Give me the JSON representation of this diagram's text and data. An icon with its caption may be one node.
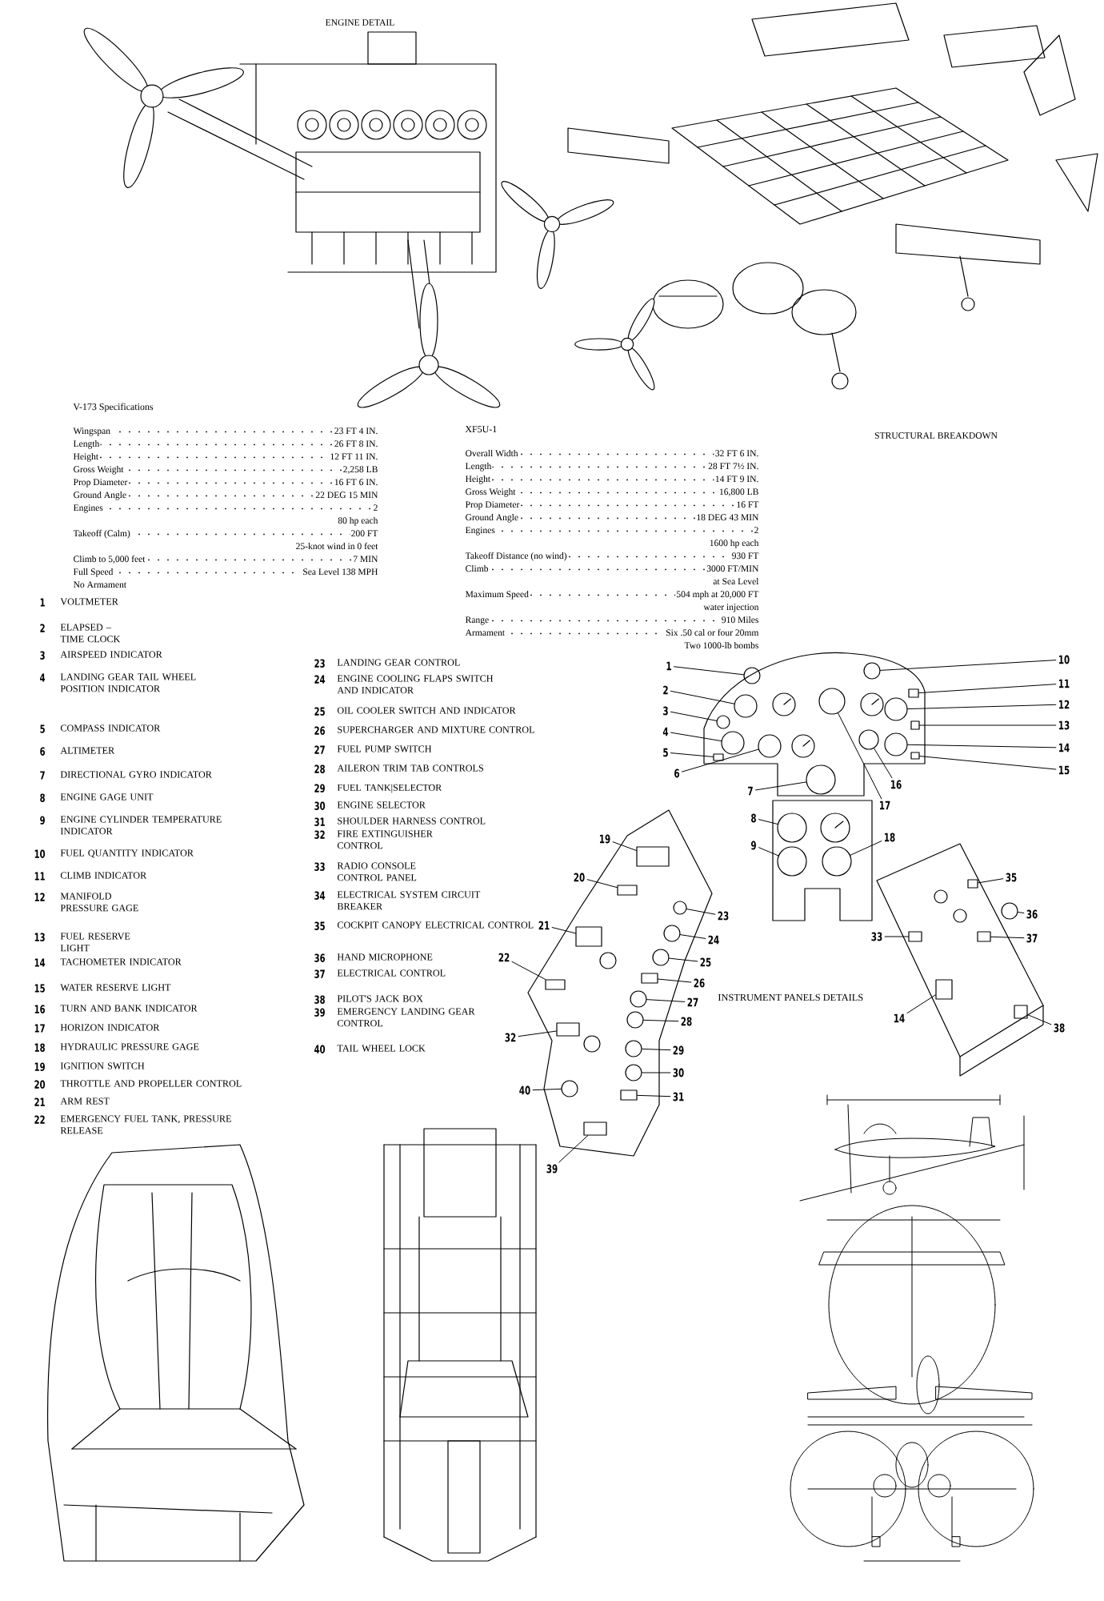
{
  "diagram": {
    "nodes": [
      {
        "text": [
          "1"
        ]
      },
      {
        "text": [
          "2"
        ]
      },
      {
        "text": [
          "3"
        ]
      },
      {
        "text": [
          "4"
        ]
      },
      {
        "text": [
          "5"
        ]
      },
      {
        "text": [
          "6"
        ]
      },
      {
        "text": [
          "7"
        ]
      },
      {
        "text": [
          "8"
        ]
      },
      {
        "text": [
          "9"
        ]
      },
      {
        "text": [
          "10"
        ]
      },
      {
        "text": [
          "11"
        ]
      },
      {
        "text": [
          "12"
        ]
      },
      {
        "text": [
          "13"
        ]
      },
      {
        "text": [
          "14"
        ]
      },
      {
        "text": [
          "15"
        ]
      },
      {
        "text": [
          "16"
        ]
      },
      {
        "text": [
          "17"
        ]
      },
      {
        "text": [
          "18"
        ]
      },
      {
        "text": [
          "19"
        ]
      },
      {
        "text": [
          "20"
        ]
      },
      {
        "text": [
          "21"
        ]
      },
      {
        "text": [
          "22"
        ]
      },
      {
        "text": [
          "23"
        ]
      },
      {
        "text": [
          "24"
        ]
      },
      {
        "text": [
          "25"
        ]
      },
      {
        "text": [
          "26"
        ]
      },
      {
        "text": [
          "27"
        ]
      },
      {
        "text": [
          "28"
        ]
      },
      {
        "text": [
          "29"
        ]
      },
      {
        "text": [
          "30"
        ]
      },
      {
        "text": [
          "31"
        ]
      },
      {
        "text": [
          "32"
        ]
      },
      {
        "text": [
          "39"
        ]
      },
      {
        "text": [
          "40"
        ]
      },
      {
        "text": [
          "33"
        ]
      },
      {
        "text": [
          "14"
        ]
      },
      {
        "text": [
          "35"
        ]
      },
      {
        "text": [
          "36"
        ]
      },
      {
        "text": [
          "37"
        ]
      },
      {
        "text": [
          "38"
        ]
      },
      {
        "text": [],
        "shape": "circle"
      },
      {
        "text": [],
        "shape": "circle"
      },
      {
        "text": [],
        "shape": "circle"
      },
      {
        "text": [],
        "shape": "circle"
      },
      {
        "text": [],
        "shape": "box"
      },
      {
        "text": [],
        "shape": "circle"
      },
      {
        "text": [],
        "shape": "circle"
      },
      {
        "text": [],
        "shape": "circle"
      },
      {
        "text": [],
        "shape": "circle"
      },
      {
        "text": [],
        "shape": "circle"
      },
      {
        "text": [],
        "shape": "box"
      },
      {
        "text": [],
        "shape": "circle"
      },
      {
        "text": [],
        "shape": "box"
      },
      {
        "text": [],
        "shape": "circle"
      },
      {
        "text": [],
        "shape": "box"
      },
      {
        "text": [],
        "shape": "circle"
      },
      {
        "text": [],
        "shape": "circle"
      },
      {
        "text": [],
        "shape": "circle"
      },
      {
        "text": [],
        "shape": "box"
      },
      {
        "text": [],
        "shape": "box"
      },
      {
        "text": [],
        "shape": "box"
      },
      {
        "text": [],
        "shape": "box"
      },
      {
        "text": [],
        "shape": "circle"
      },
      {
        "text": [],
        "shape": "circle"
      },
      {
        "text": [],
        "shape": "circle"
      },
      {
        "text": [],
        "shape": "box"
      },
      {
        "text": [],
        "shape": "circle"
      },
      {
        "text": [],
        "shape": "circle"
      },
      {
        "text": [],
        "shape": "circle"
      },
      {
        "text": [],
        "shape": "circle"
      },
      {
        "text": [],
        "shape": "box"
      },
      {
        "text": [],
        "shape": "box"
      },
      {
        "text": [],
        "shape": "box"
      },
      {
        "text": [],
        "shape": "circle"
      },
      {
        "text": [],
        "shape": "box"
      },
      {
        "text": [],
        "shape": "box"
      },
      {
        "text": [],
        "shape": "box"
      },
      {
        "text": [],
        "shape": "circle"
      },
      {
        "text": [],
        "shape": "box"
      },
      {
        "text": [],
        "shape": "box"
      }
    ],
    "edges": [
      {
        "from": 0,
        "to": 40,
        "arrow": "none"
      },
      {
        "from": 1,
        "to": 41,
        "arrow": "none"
      },
      {
        "from": 2,
        "to": 42,
        "arrow": "none"
      },
      {
        "from": 3,
        "to": 43,
        "arrow": "none"
      },
      {
        "from": 4,
        "to": 44,
        "arrow": "none"
      },
      {
        "from": 5,
        "to": 45,
        "arrow": "none"
      },
      {
        "from": 6,
        "to": 46,
        "arrow": "none"
      },
      {
        "from": 7,
        "to": 47,
        "arrow": "none"
      },
      {
        "from": 8,
        "to": 48,
        "arrow": "none"
      },
      {
        "from": 9,
        "to": 49,
        "arrow": "none"
      },
      {
        "from": 10,
        "to": 50,
        "arrow": "none"
      },
      {
        "from": 11,
        "to": 51,
        "arrow": "none"
      },
      {
        "from": 12,
        "to": 52,
        "arrow": "none"
      },
      {
        "from": 13,
        "to": 53,
        "arrow": "none"
      },
      {
        "from": 14,
        "to": 54,
        "arrow": "none"
      },
      {
        "from": 15,
        "to": 55,
        "arrow": "none"
      },
      {
        "from": 16,
        "to": 56,
        "arrow": "none"
      },
      {
        "from": 17,
        "to": 57,
        "arrow": "none"
      },
      {
        "from": 18,
        "to": 58,
        "arrow": "none"
      },
      {
        "from": 19,
        "to": 59,
        "arrow": "none"
      },
      {
        "from": 20,
        "to": 60,
        "arrow": "none"
      },
      {
        "from": 21,
        "to": 61,
        "arrow": "none"
      },
      {
        "from": 22,
        "to": 62,
        "arrow": "none"
      },
      {
        "from": 23,
        "to": 63,
        "arrow": "none"
      },
      {
        "from": 24,
        "to": 64,
        "arrow": "none"
      },
      {
        "from": 25,
        "to": 65,
        "arrow": "none"
      },
      {
        "from": 26,
        "to": 66,
        "arrow": "none"
      },
      {
        "from": 27,
        "to": 67,
        "arrow": "none"
      },
      {
        "from": 28,
        "to": 68,
        "arrow": "none"
      },
      {
        "from": 29,
        "to": 69,
        "arrow": "none"
      },
      {
        "from": 30,
        "to": 70,
        "arrow": "none"
      },
      {
        "from": 31,
        "to": 71,
        "arrow": "none"
      },
      {
        "from": 32,
        "to": 72,
        "arrow": "none"
      },
      {
        "from": 33,
        "to": 73,
        "arrow": "none"
      },
      {
        "from": 34,
        "to": 74,
        "arrow": "none"
      },
      {
        "from": 35,
        "to": 75,
        "arrow": "none"
      },
      {
        "from": 36,
        "to": 76,
        "arrow": "none"
      },
      {
        "from": 37,
        "to": 77,
        "arrow": "none"
      },
      {
        "from": 38,
        "to": 78,
        "arrow": "none"
      },
      {
        "from": 39,
        "to": 79,
        "arrow": "none"
      }
    ],
    "labels": [
      "ENGINE DETAIL",
      "V-173 Specifications",
      "Wingspan",
      "23 FT 4 IN.",
      "Length",
      "26 FT 8 IN.",
      "Height",
      "12 FT 11 IN.",
      "Gross Weight",
      "2,258 LB",
      "Prop Diameter",
      "16 FT 6 IN.",
      "Ground Angle",
      "22 DEG 15 MIN",
      "Engines",
      "2",
      "80 hp each",
      "Takeoff (Calm)",
      "200 FT",
      "25-knot wind in 0 feet",
      "Climb to 5,000 feet",
      "7 MIN",
      "Full Speed",
      "Sea Level 138 MPH",
      "No Armament",
      "XF5U-1",
      "Overall Width",
      "32 FT 6 IN.",
      "Length",
      "28 FT 7½ IN.",
      "Height",
      "14 FT 9 IN.",
      "Gross Weight",
      "16,800 LB",
      "Prop Diameter",
      "16 FT",
      "Ground Angle",
      "18 DEG 43 MIN",
      "Engines",
      "2",
      "1600 hp each",
      "Takeoff Distance (no wind)",
      "930 FT",
      "Climb",
      "3000 FT/MIN",
      "at Sea Level",
      "Maximum Speed",
      "504 mph at 20,000 FT",
      "water injection",
      "Range",
      "910 Miles",
      "Armament",
      "Six .50 cal or four 20mm",
      "Two 1000-lb bombs",
      "STRUCTURAL BREAKDOWN",
      "1",
      "VOLTMETER",
      "2",
      "ELAPSED – TIME CLOCK",
      "3",
      "AIRSPEED INDICATOR",
      "4",
      "LANDING GEAR TAIL WHEEL POSITION INDICATOR",
      "5",
      "COMPASS INDICATOR",
      "6",
      "ALTIMETER",
      "7",
      "DIRECTIONAL GYRO INDICATOR",
      "8",
      "ENGINE GAGE UNIT",
      "9",
      "ENGINE CYLINDER TEMPERATURE INDICATOR",
      "10",
      "FUEL QUANTITY INDICATOR",
      "11",
      "CLIMB INDICATOR",
      "12",
      "MANIFOLD PRESSURE GAGE",
      "13",
      "FUEL RESERVE LIGHT",
      "14",
      "TACHOMETER INDICATOR",
      "15",
      "WATER RESERVE LIGHT",
      "16",
      "TURN AND BANK INDICATOR",
      "17",
      "HORIZON INDICATOR",
      "18",
      "HYDRAULIC PRESSURE GAGE",
      "19",
      "IGNITION SWITCH",
      "20",
      "THROTTLE AND PROPELLER CONTROL",
      "21",
      "ARM REST",
      "22",
      "EMERGENCY FUEL TANK, PRESSURE RELEASE",
      "23",
      "LANDING GEAR CONTROL",
      "24",
      "ENGINE COOLING FLAPS SWITCH AND INDICATOR",
      "25",
      "OIL COOLER SWITCH AND INDICATOR",
      "26",
      "SUPERCHARGER AND MIXTURE CONTROL",
      "27",
      "FUEL PUMP SWITCH",
      "28",
      "AILERON TRIM TAB CONTROLS",
      "29",
      "FUEL TANK|SELECTOR",
      "30",
      "ENGINE SELECTOR",
      "31",
      "SHOULDER HARNESS CONTROL",
      "32",
      "FIRE EXTINGUISHER CONTROL",
      "33",
      "RADIO CONSOLE CONTROL PANEL",
      "34",
      "ELECTRICAL SYSTEM CIRCUIT BREAKER",
      "35",
      "COCKPIT CANOPY ELECTRICAL CONTROL",
      "36",
      "HAND MICROPHONE",
      "37",
      "ELECTRICAL CONTROL",
      "38",
      "PILOT'S JACK BOX",
      "39",
      "EMERGENCY LANDING GEAR CONTROL",
      "40",
      "TAIL WHEEL LOCK",
      "INSTRUMENT PANELS DETAILS"
    ]
  }
}
